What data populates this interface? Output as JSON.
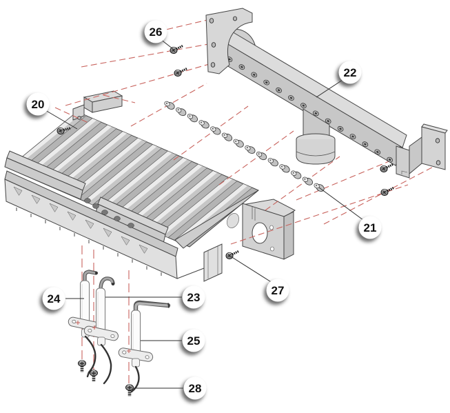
{
  "diagram": {
    "kind": "exploded-parts-diagram",
    "background_color": "#ffffff",
    "alignment_line_color": "#c8625c",
    "outline_color": "#444444",
    "part_fill_color": "#d9d9d9",
    "orifice_count": 14,
    "callouts": [
      {
        "number": "20"
      },
      {
        "number": "21"
      },
      {
        "number": "22"
      },
      {
        "number": "23"
      },
      {
        "number": "24"
      },
      {
        "number": "25"
      },
      {
        "number": "26"
      },
      {
        "number": "27"
      },
      {
        "number": "28"
      }
    ]
  }
}
